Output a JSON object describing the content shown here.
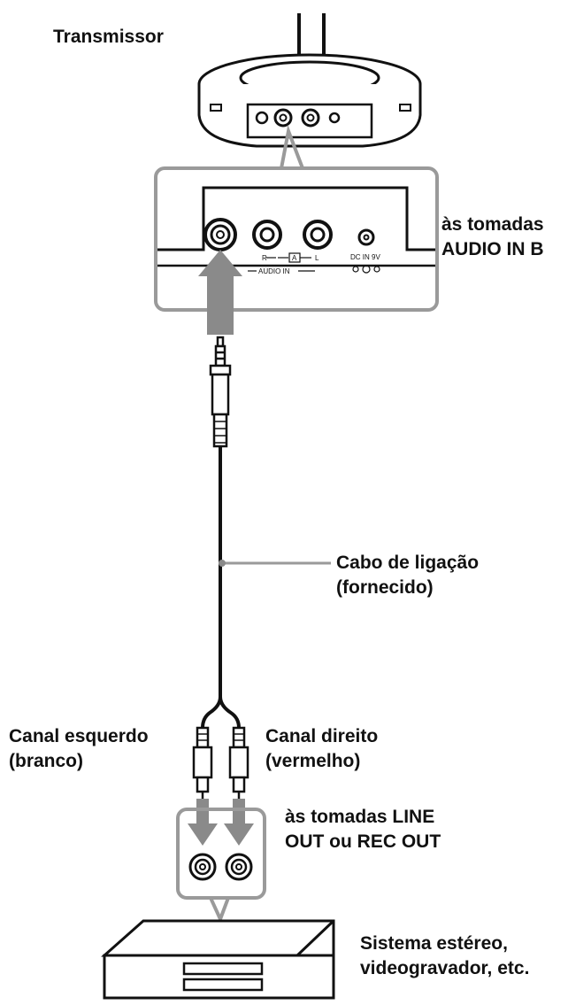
{
  "labels": {
    "transmitter": "Transmissor",
    "audio_in": [
      "às tomadas",
      "AUDIO IN B"
    ],
    "cable": [
      "Cabo de ligação",
      "(fornecido)"
    ],
    "left_channel": [
      "Canal esquerdo",
      "(branco)"
    ],
    "right_channel": [
      "Canal direito",
      "(vermelho)"
    ],
    "line_out": [
      "às tomadas LINE",
      "OUT ou REC OUT"
    ],
    "stereo": [
      "Sistema estéreo,",
      "videogravador, etc."
    ]
  },
  "panel_markings": {
    "r": "R",
    "a": "A",
    "l": "L",
    "audio_in": "AUDIO IN",
    "dc_in": "DC IN 9V"
  },
  "colors": {
    "line": "#111111",
    "arrow": "#8a8a8a",
    "callout": "#9a9a9a"
  }
}
